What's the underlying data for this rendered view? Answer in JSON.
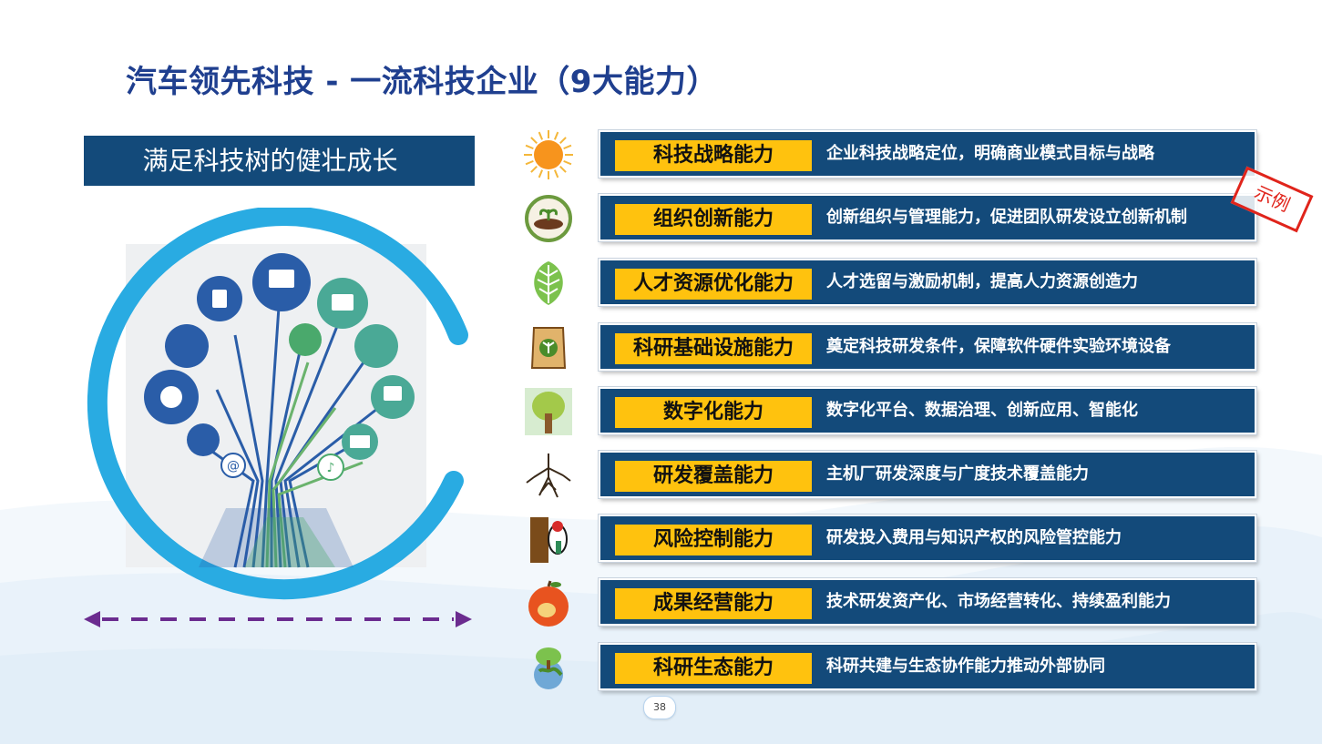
{
  "title": "汽车领先科技 - 一流科技企业（9大能力）",
  "subtitle": "满足科技树的健壮成长",
  "stamp": "示例",
  "page_number": "38",
  "colors": {
    "title_blue": "#1f3f8f",
    "bar_navy": "#134a7a",
    "label_yellow": "#ffc20e",
    "ring_blue": "#29abe2",
    "arrow_purple": "#6b2c8f",
    "stamp_red": "#e0241b"
  },
  "capabilities": [
    {
      "name": "科技战略能力",
      "desc": "企业科技战略定位，明确商业模式目标与战略",
      "icon": "sun-icon"
    },
    {
      "name": "组织创新能力",
      "desc": "创新组织与管理能力，促进团队研发设立创新机制",
      "icon": "soil-icon"
    },
    {
      "name": "人才资源优化能力",
      "desc": "人才选留与激励机制，提高人力资源创造力",
      "icon": "leaf-icon"
    },
    {
      "name": "科研基础设施能力",
      "desc": "奠定科技研发条件，保障软件硬件实验环境设备",
      "icon": "fertilizer-bag-icon"
    },
    {
      "name": "数字化能力",
      "desc": "数字化平台、数据治理、创新应用、智能化",
      "icon": "tree-icon"
    },
    {
      "name": "研发覆盖能力",
      "desc": "主机厂研发深度与广度技术覆盖能力",
      "icon": "roots-icon"
    },
    {
      "name": "风险控制能力",
      "desc": "研发投入费用与知识产权的风险管控能力",
      "icon": "woodpecker-icon"
    },
    {
      "name": "成果经营能力",
      "desc": "技术研发资产化、市场经营转化、持续盈利能力",
      "icon": "fruit-icon"
    },
    {
      "name": "科研生态能力",
      "desc": "科研共建与生态协作能力推动外部协同",
      "icon": "eco-globe-icon"
    }
  ]
}
